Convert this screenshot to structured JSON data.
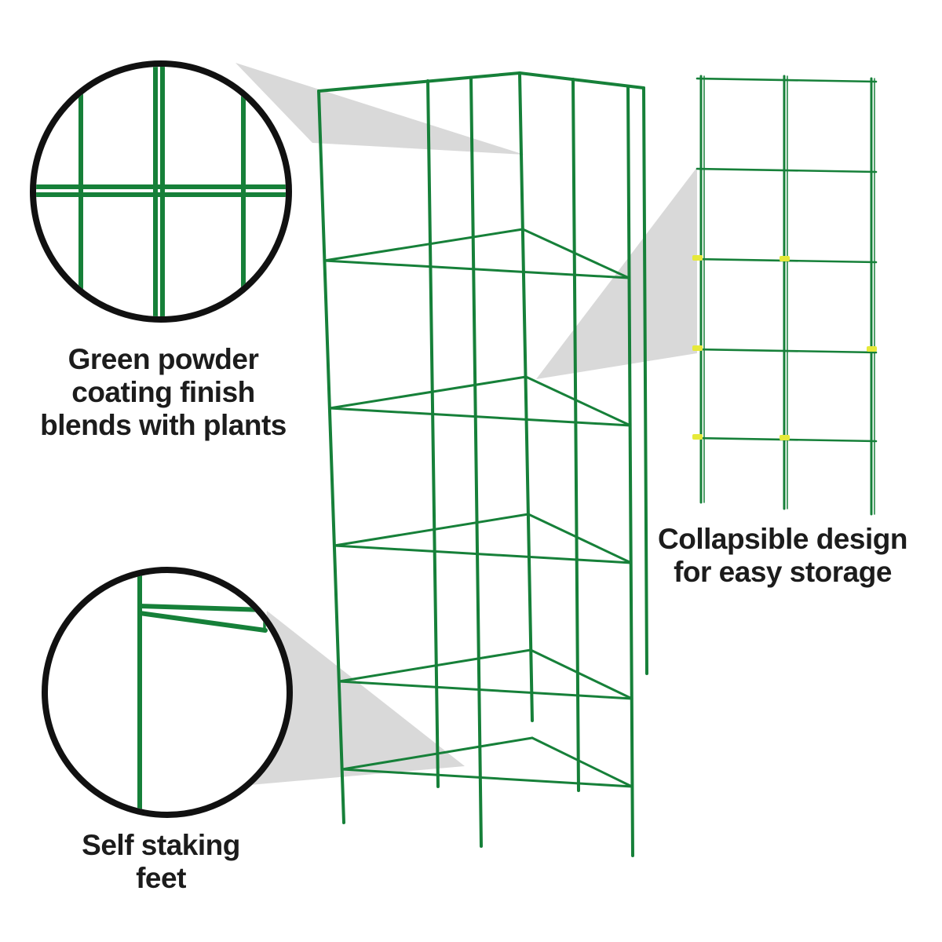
{
  "colors": {
    "wire_green": "#168039",
    "outline_black": "#111111",
    "callout_gray": "#d9d9d9",
    "clip_yellow": "#e6e93a",
    "text_black": "#1c1c1c",
    "page_bg": "#ffffff"
  },
  "captions": {
    "coating": {
      "lines": [
        "Green powder",
        "coating finish",
        "blends with plants"
      ]
    },
    "feet": {
      "lines": [
        "Self staking",
        "feet"
      ]
    },
    "collapsible": {
      "lines": [
        "Collapsible design",
        "for easy storage"
      ]
    }
  }
}
